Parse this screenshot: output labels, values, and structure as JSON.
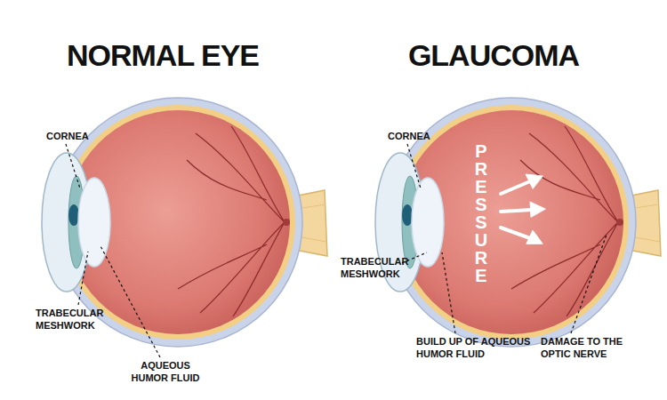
{
  "diagram": {
    "labels": [
      "NORMAL EYE",
      "GLAUCOMA",
      "CORNEA",
      "TRABECULAR MESHWORK",
      "AQUEOUS HUMOR FLUID",
      "CORNEA",
      "PRESSURE",
      "TRABECULAR MESHWORK",
      "BUILD UP OF AQUEOUS HUMOR FLUID",
      "DAMAGE TO THE OPTIC NERVE"
    ]
  }
}
